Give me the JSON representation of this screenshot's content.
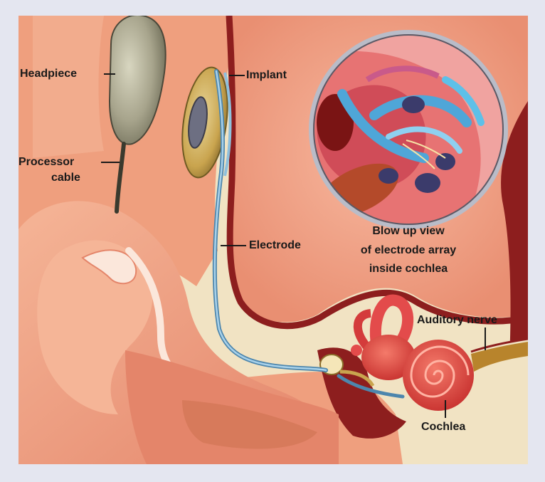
{
  "labels": {
    "headpiece": "Headpiece",
    "implant": "Implant",
    "processor_cable_line1": "Processor",
    "processor_cable_line2": "cable",
    "electrode": "Electrode",
    "blowup_line1": "Blow up view",
    "blowup_line2": "of electrode array",
    "blowup_line3": "inside cochlea",
    "auditory_nerve": "Auditory nerve",
    "cochlea": "Cochlea"
  },
  "colors": {
    "frame_background": "#e4e6f0",
    "skin": "#ef9f7e",
    "skin_dark": "#d77a5b",
    "skull_bone": "#f1e3c3",
    "brain_tissue": "#f1a48b",
    "deep_red": "#8d1e1e",
    "electrode_wire": "#7fb2d6",
    "cochlea": "#e34b4b",
    "headpiece": "#a7a48c",
    "implant_gold": "#c9a44e"
  }
}
